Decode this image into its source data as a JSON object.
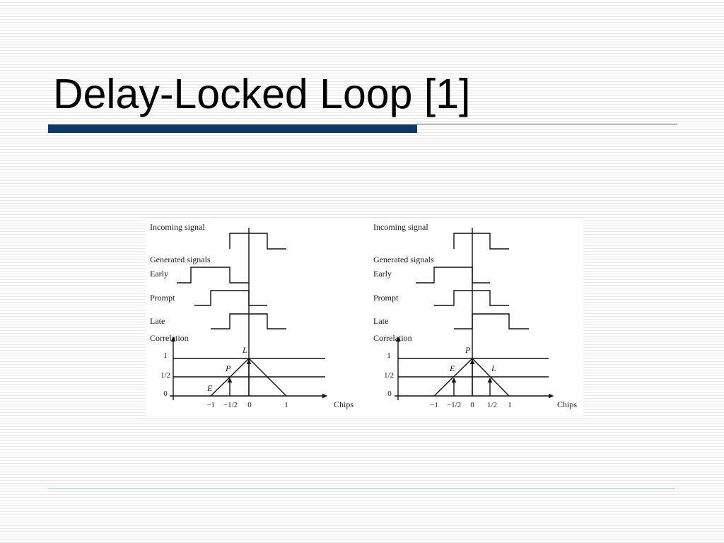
{
  "slide": {
    "title": "Delay-Locked Loop [1]"
  },
  "diagram": {
    "panels": [
      {
        "incoming_label": "Incoming signal",
        "generated_label": "Generated signals",
        "early_label": "Early",
        "prompt_label": "Prompt",
        "late_label": "Late",
        "correlation_label": "Correlation",
        "y_ticks": [
          "1",
          "1/2",
          "0"
        ],
        "x_ticks": [
          "−1",
          "−1/2",
          "0",
          "1"
        ],
        "x_axis_label": "Chips",
        "marker_labels": [
          "E",
          "P",
          "L"
        ]
      },
      {
        "incoming_label": "Incoming signal",
        "generated_label": "Generated signals",
        "early_label": "Early",
        "prompt_label": "Prompt",
        "late_label": "Late",
        "correlation_label": "Correlation",
        "y_ticks": [
          "1",
          "1/2",
          "0"
        ],
        "x_ticks": [
          "−1",
          "−1/2",
          "0",
          "1/2",
          "1"
        ],
        "x_axis_label": "Chips",
        "marker_labels": [
          "E",
          "P",
          "L"
        ]
      }
    ]
  }
}
